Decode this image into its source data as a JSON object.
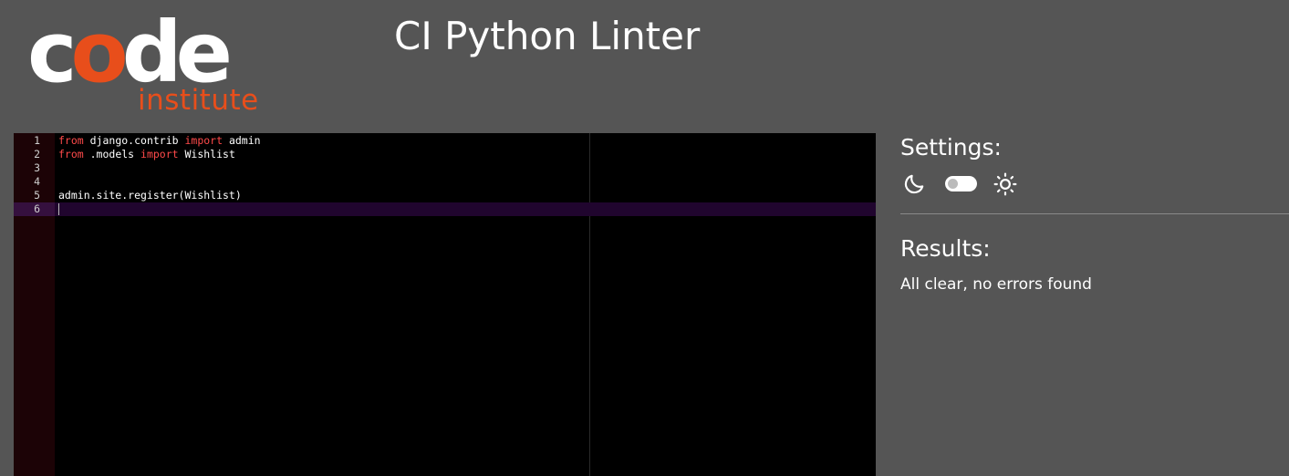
{
  "brand": {
    "logo_prefix": "c",
    "logo_o": "o",
    "logo_suffix": "de",
    "logo_sub": "institute",
    "accent_color": "#e84e1b"
  },
  "header": {
    "title": "CI Python Linter"
  },
  "editor": {
    "active_line": 6,
    "lines": [
      {
        "num": "1",
        "tokens": [
          {
            "t": "from",
            "kw": true
          },
          {
            "t": " django.contrib ",
            "kw": false
          },
          {
            "t": "import",
            "kw": true
          },
          {
            "t": " admin",
            "kw": false
          }
        ]
      },
      {
        "num": "2",
        "tokens": [
          {
            "t": "from",
            "kw": true
          },
          {
            "t": " .models ",
            "kw": false
          },
          {
            "t": "import",
            "kw": true
          },
          {
            "t": " Wishlist",
            "kw": false
          }
        ]
      },
      {
        "num": "3",
        "tokens": []
      },
      {
        "num": "4",
        "tokens": []
      },
      {
        "num": "5",
        "tokens": [
          {
            "t": "admin.site.register(Wishlist)",
            "kw": false
          }
        ]
      },
      {
        "num": "6",
        "tokens": []
      }
    ]
  },
  "settings": {
    "heading": "Settings:",
    "moon_icon": "moon-icon",
    "sun_icon": "sun-icon",
    "toggle_on": false
  },
  "results": {
    "heading": "Results:",
    "message": "All clear, no errors found"
  }
}
